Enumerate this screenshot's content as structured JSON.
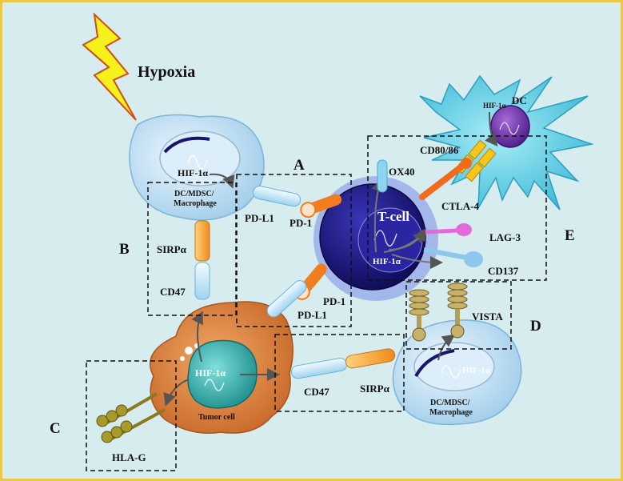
{
  "title": "Hypoxia",
  "panel_letters": {
    "a": "A",
    "b": "B",
    "c": "C",
    "d": "D",
    "e": "E"
  },
  "cells": {
    "dc_top": "DC",
    "myeloid_left": "DC/MDSC/\nMacrophage",
    "myeloid_right": "DC/MDSC/\nMacrophage",
    "tcell": "T-cell",
    "tumor": "Tumor cell"
  },
  "hif": {
    "label": "HIF-1α"
  },
  "molecules": {
    "pdl1_top": "PD-L1",
    "pd1_top": "PD-1",
    "pd1_bottom": "PD-1",
    "pdl1_bottom": "PD-L1",
    "sirpa_left": "SIRPα",
    "cd47_left": "CD47",
    "cd47_bottom": "CD47",
    "sirpa_bottom": "SIRPα",
    "ox40": "OX40",
    "cd80_86": "CD80/86",
    "ctla4": "CTLA-4",
    "lag3": "LAG-3",
    "cd137": "CD137",
    "vista": "VISTA",
    "hlag": "HLA-G"
  },
  "colors": {
    "background": "#d6ecee",
    "border": "#e8c94a",
    "tcell": "#1c1780",
    "tumor": "#d9803c",
    "nucleus_teal": "#2fb3b0",
    "myeloid": "#c6e3f5",
    "dc": "#5ccbe3",
    "lightning": "#f4f21a"
  }
}
